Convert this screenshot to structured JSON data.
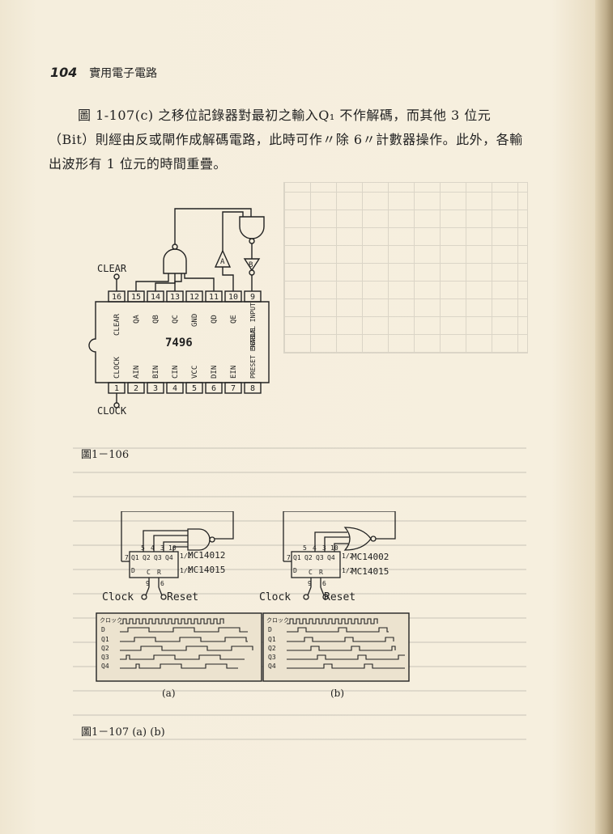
{
  "header": {
    "page_number": "104",
    "book_title": "實用電子電路"
  },
  "paragraph": "圖 1-107(c) 之移位記錄器對最初之輸入Q₁ 不作解碼，而其他 3 位元（Bit）則經由反或閘作成解碼電路，此時可作〃除 6〃計數器操作。此外，各輸出波形有 1 位元的時間重疊。",
  "fig106": {
    "caption": "圖1－106",
    "chip": "7496",
    "clear": "CLEAR",
    "clock": "CLOCK",
    "top_pins": [
      "16",
      "15",
      "14",
      "13",
      "12",
      "11",
      "10",
      "9"
    ],
    "bottom_pins": [
      "1",
      "2",
      "3",
      "4",
      "5",
      "6",
      "7",
      "8"
    ],
    "top_labels": [
      "CLEAR",
      "QA",
      "QB",
      "QC",
      "GND",
      "QD",
      "QE",
      "SERIAL INPUT"
    ],
    "bottom_labels": [
      "CLOCK",
      "AIN",
      "BIN",
      "CIN",
      "VCC",
      "DIN",
      "EIN",
      "PRESET ENABLE"
    ],
    "buf_a": "A",
    "buf_b": "B"
  },
  "fig107": {
    "caption": "圖1－107 (a) (b)",
    "a": {
      "gate_chip": "MC14012",
      "sr_chip": "MC14015",
      "half": "1/2",
      "clock": "Clock",
      "reset": "Reset",
      "label": "(a)",
      "wave_labels": [
        "クロック",
        "D",
        "Q1",
        "Q2",
        "Q3",
        "Q4"
      ]
    },
    "b": {
      "gate_chip": "MC14002",
      "sr_chip": "MC14015",
      "half": "1/2",
      "clock": "Clock",
      "reset": "Reset",
      "label": "(b)",
      "wave_labels": [
        "クロック",
        "D",
        "Q1",
        "Q2",
        "Q3",
        "Q4"
      ]
    },
    "sr_pins": {
      "outputs": [
        "5",
        "4",
        "3",
        "10"
      ],
      "d_pin": "7",
      "bottom": [
        "9",
        "6"
      ],
      "d": "D",
      "c": "C",
      "r": "R",
      "q": [
        "Q1",
        "Q2",
        "Q3",
        "Q4"
      ]
    }
  }
}
